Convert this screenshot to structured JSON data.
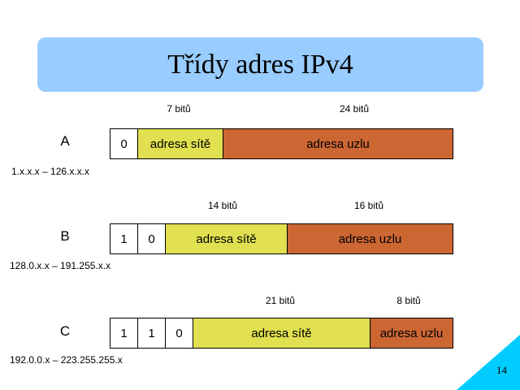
{
  "title": "Třídy adres IPv4",
  "page_number": "14",
  "colors": {
    "title_bg": "#99ccff",
    "network": "#e0e050",
    "host": "#cc6633",
    "corner": "#00ccff"
  },
  "classes": [
    {
      "name": "A",
      "range": "1.x.x.x – 126.x.x.x",
      "prefix_bits": [
        "0"
      ],
      "network_bits_label": "7 bitů",
      "host_bits_label": "24 bitů",
      "network_label": "adresa sítě",
      "host_label": "adresa uzlu"
    },
    {
      "name": "B",
      "range": "128.0.x.x – 191.255.x.x",
      "prefix_bits": [
        "1",
        "0"
      ],
      "network_bits_label": "14 bitů",
      "host_bits_label": "16 bitů",
      "network_label": "adresa sítě",
      "host_label": "adresa uzlu"
    },
    {
      "name": "C",
      "range": "192.0.0.x – 223.255.255.x",
      "prefix_bits": [
        "1",
        "1",
        "0"
      ],
      "network_bits_label": "21 bitů",
      "host_bits_label": "8 bitů",
      "network_label": "adresa sítě",
      "host_label": "adresa uzlu"
    }
  ]
}
